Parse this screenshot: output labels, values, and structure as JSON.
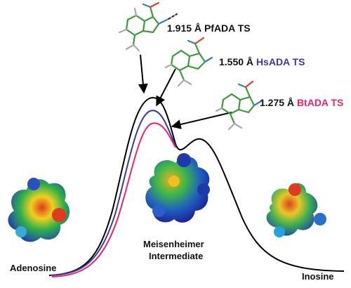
{
  "transition_states": [
    {
      "distance": "1.915 Å",
      "enzyme": "PfADA TS",
      "color": "#111111"
    },
    {
      "distance": "1.550 Å",
      "enzyme": "HsADA TS",
      "color": "#3a3a9e"
    },
    {
      "distance": "1.275 Å",
      "enzyme": "BtADA TS",
      "color": "#e8246e"
    }
  ],
  "species": {
    "reactant": "Adenosine",
    "intermediate_line1": "Meisenheimer",
    "intermediate_line2": "Intermediate",
    "product": "Inosine"
  },
  "curve_colors": {
    "pf": "#000000",
    "hs": "#3a3a9e",
    "bt": "#e8246e"
  }
}
